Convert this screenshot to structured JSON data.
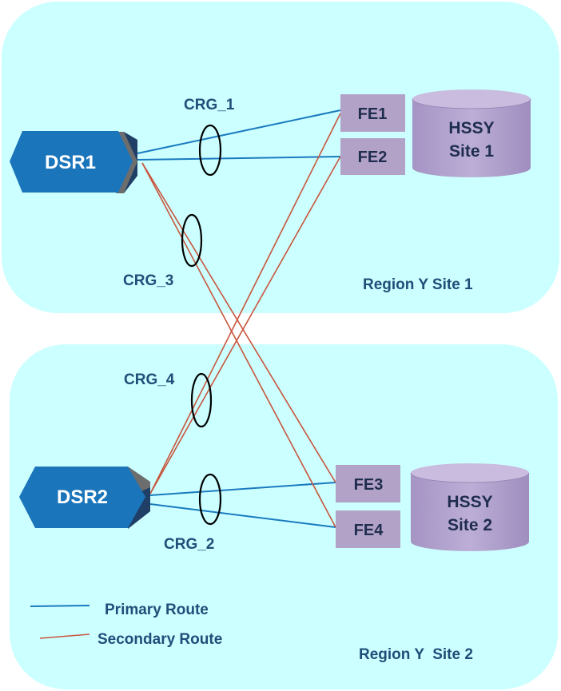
{
  "regions": {
    "site1": "Region Y Site 1",
    "site2": "Region Y  Site 2"
  },
  "dsr": {
    "dsr1": "DSR1",
    "dsr2": "DSR2"
  },
  "frontends": {
    "fe1": "FE1",
    "fe2": "FE2",
    "fe3": "FE3",
    "fe4": "FE4"
  },
  "databases": {
    "site1": {
      "line1": "HSSY",
      "line2": "Site 1"
    },
    "site2": {
      "line1": "HSSY",
      "line2": "Site 2"
    }
  },
  "crg": {
    "crg1": "CRG_1",
    "crg2": "CRG_2",
    "crg3": "CRG_3",
    "crg4": "CRG_4"
  },
  "legend": {
    "primary": "Primary Route",
    "secondary": "Secondary Route"
  },
  "colors": {
    "region_fill": "#ccffff",
    "dsr_fill": "#1b75bb",
    "fe_fill": "#b3a2c7",
    "db_fill": "#b3a2c7",
    "primary_line": "#1a7abf",
    "secondary_line": "#c8553d"
  }
}
